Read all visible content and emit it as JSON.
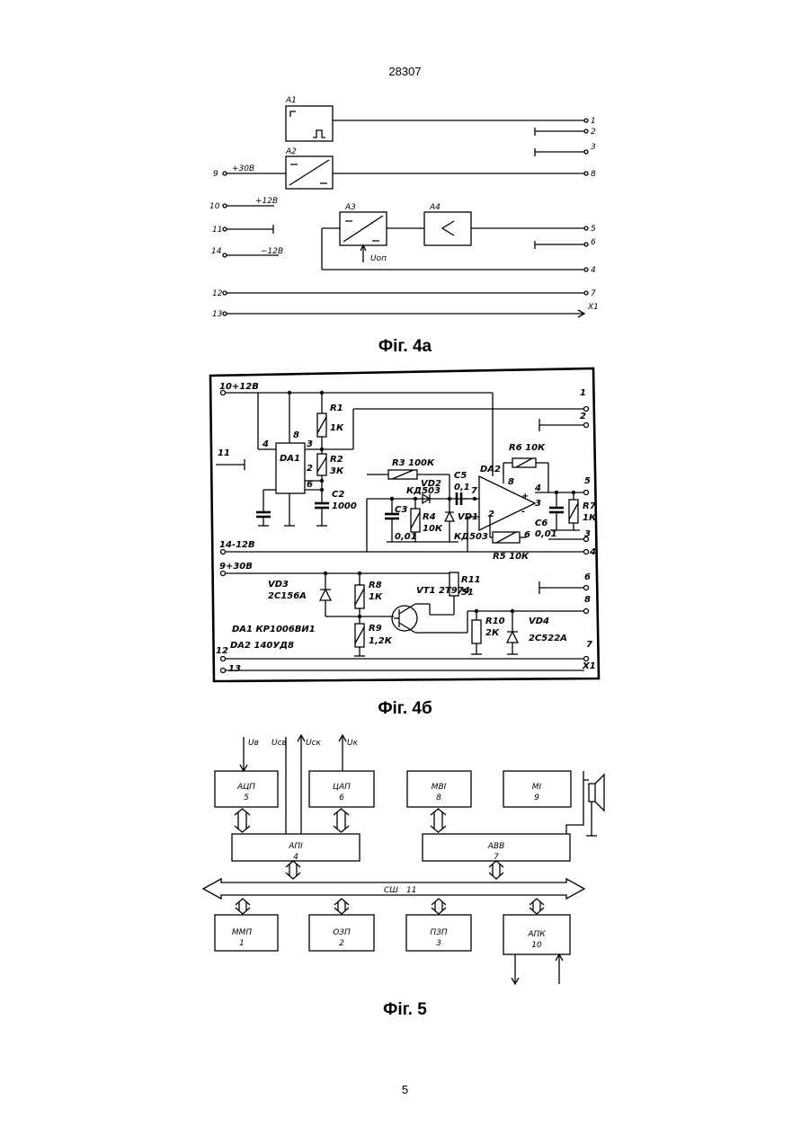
{
  "page": {
    "header": "28307",
    "page_number": "5"
  },
  "fig4a": {
    "caption": "Фіг. 4а",
    "blocks": {
      "a1": "A1",
      "a2": "A2",
      "a3": "A3",
      "a4": "A4"
    },
    "supply": {
      "v30": "+30В",
      "v12p": "+12В",
      "v12n": "−12В",
      "uop": "Uоп"
    },
    "left_terminals": {
      "t9": "9",
      "t10": "10",
      "t11": "11",
      "t14": "14",
      "t12": "12",
      "t13": "13"
    },
    "right_terminals": {
      "t1": "1",
      "t2": "2",
      "t3": "3",
      "t8": "8",
      "t5": "5",
      "t6": "6",
      "t4": "4",
      "t7": "7",
      "x1": "X1"
    }
  },
  "fig4b": {
    "caption": "Фіг. 4б",
    "rails": {
      "top": "10+12В",
      "mid": "14-12В",
      "low": "9+30В"
    },
    "ics": {
      "da1": "DA1",
      "da2": "DA2"
    },
    "components": {
      "r1": "R1",
      "r1v": "1К",
      "r2": "R2",
      "r2v": "3К",
      "c2": "C2",
      "c2v": "1000",
      "r3": "R3 100К",
      "vd2": "VD2",
      "vd2t": "КД503",
      "c5": "C5",
      "c5v": "0,1",
      "c3": "C3",
      "c3v": "0,01",
      "r4": "R4",
      "r4v": "10К",
      "vd1": "VD1",
      "vd1t": "КД503",
      "r6": "R6 10К",
      "r7": "R7",
      "r7v": "1К",
      "c6": "C6",
      "c6v": "0,01",
      "r5": "R5 10К",
      "vd3": "VD3",
      "vd3t": "2С156А",
      "r8": "R8",
      "r8v": "1К",
      "r9": "R9",
      "r9v": "1,2К",
      "vt1": "VT1 2Т974",
      "r11": "R11",
      "r11v": "51",
      "r10": "R10",
      "r10v": "2К",
      "vd4": "VD4",
      "vd4t": "2С522А"
    },
    "notes": {
      "n1": "DA1 КР1006ВИ1",
      "n2": "DA2 140УД8"
    },
    "pins": {
      "p4": "4",
      "p8": "8",
      "p3": "3",
      "p2": "2",
      "p6": "6",
      "p7": "7",
      "pplus": "+",
      "pminus": "-"
    },
    "terminals": {
      "t1": "1",
      "t2": "2",
      "t5": "5",
      "t3": "3",
      "t4": "4",
      "t6": "6",
      "t8": "8",
      "t7": "7",
      "x1": "X1",
      "t11": "11",
      "t12": "12",
      "t13": "13"
    }
  },
  "fig5": {
    "caption": "Фіг. 5",
    "signals": {
      "ub": "Uв",
      "ucb": "Uсв",
      "uck": "Uск",
      "uk": "Uк"
    },
    "blocks": [
      {
        "name": "АЦП",
        "num": "5"
      },
      {
        "name": "ЦАП",
        "num": "6"
      },
      {
        "name": "МВІ",
        "num": "8"
      },
      {
        "name": "МІ",
        "num": "9"
      },
      {
        "name": "АПІ",
        "num": "4"
      },
      {
        "name": "АВВ",
        "num": "7"
      },
      {
        "name": "ММП",
        "num": "1"
      },
      {
        "name": "ОЗП",
        "num": "2"
      },
      {
        "name": "ПЗП",
        "num": "3"
      },
      {
        "name": "АПК",
        "num": "10"
      }
    ],
    "bus": {
      "name": "СШ",
      "num": "11"
    }
  }
}
